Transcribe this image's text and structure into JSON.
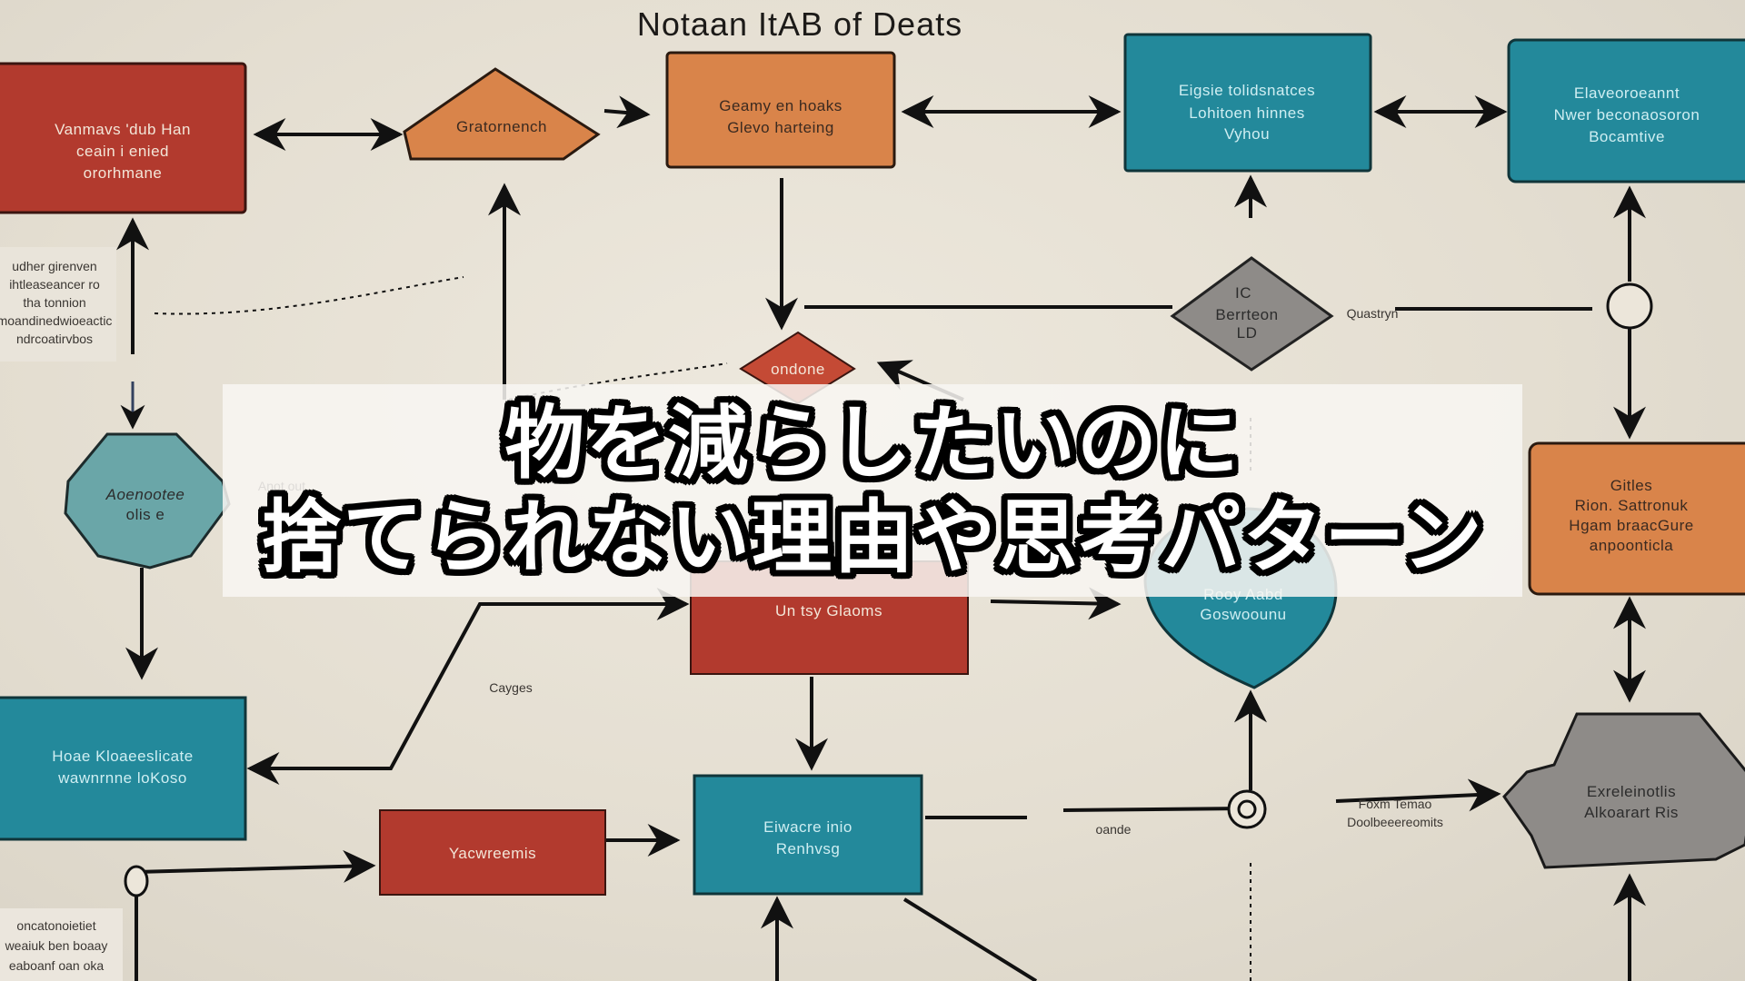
{
  "headline": {
    "line1": "物を減らしたいのに",
    "line2": "捨てられない理由や思考パターン"
  },
  "diagram": {
    "title": "Notaan ItAB of Deats",
    "colors": {
      "background": "#e6e0d4",
      "red": "#b23a2e",
      "orange": "#d9844a",
      "teal": "#23899b",
      "teal_light": "#6aa6a8",
      "gray": "#8e8b88",
      "line": "#111111",
      "banner": "#f8f6f2"
    },
    "nodes": {
      "red_top_left": [
        "Vanmavs 'dub Han",
        "ceain i enied",
        "ororhmane"
      ],
      "orange_pentagon": [
        "Gratornench"
      ],
      "orange_top": [
        "Geamy en hoaks",
        "Glevo harteing"
      ],
      "teal_top_center": [
        "Eigsie tolidsnatces",
        "Lohitoen hinnes",
        "Vyhou"
      ],
      "teal_top_right": [
        "Elaveoroeannt",
        "Nwer beconaosoron",
        "Bocamtive"
      ],
      "gray_diamond": [
        "IC",
        "Berrteon",
        "LD"
      ],
      "red_diamond": [
        "ondone"
      ],
      "teal_octagon": [
        "Aoenootee",
        "olis e"
      ],
      "orange_right": [
        "Gitles",
        "Rion. Sattronuk",
        "Hgam braacGure",
        "anpoonticla"
      ],
      "red_center": [
        "Un tsy Glaoms"
      ],
      "teal_circle": [
        "Rooy Aabd",
        "Goswoounu"
      ],
      "teal_bottom_left": [
        "Hoae Kloaeeslicate",
        "wawnrnne loKoso"
      ],
      "red_bottom": [
        "Yacwreemis"
      ],
      "teal_bottom_center": [
        "Eiwacre inio",
        "Renhvsg"
      ],
      "gray_octagon": [
        "Exreleinotlis",
        "Alkoarart Ris"
      ]
    },
    "notes": {
      "left_note_top": [
        "udher girenven",
        "ihtleaseancer ro",
        "tha tonnion",
        "moandinedwioeactic",
        "ndrcoatirvbos"
      ],
      "left_note_bottom": [
        "oncatonoietiet",
        "weaiuk ben boaay",
        "eaboanf oan oka"
      ],
      "question_label": "Quastryn",
      "crossing_label": "Cayges",
      "circle_label": "oande",
      "right_mid_label": [
        "Foxm Temao",
        "Doolbeeereomits"
      ],
      "anot_label": "Anot out"
    }
  }
}
